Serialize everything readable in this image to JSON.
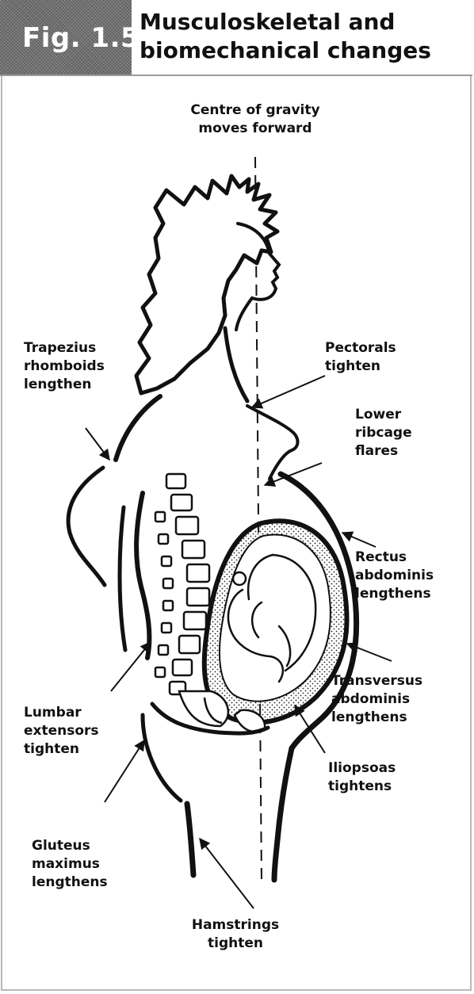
{
  "header": {
    "fig_badge": "Fig. 1.5",
    "title_lines": [
      "Musculoskeletal and",
      "biomechanical changes"
    ]
  },
  "labels": {
    "centre_of_gravity": [
      "Centre of gravity",
      "moves forward"
    ],
    "trapezius": [
      "Trapezius",
      "rhomboids",
      "lengthen"
    ],
    "pectorals": [
      "Pectorals",
      "tighten"
    ],
    "lower_ribcage": [
      "Lower",
      "ribcage",
      "flares"
    ],
    "rectus": [
      "Rectus",
      "abdominis",
      "lengthens"
    ],
    "transversus": [
      "Transversus",
      "abdominis",
      "lengthens"
    ],
    "lumbar": [
      "Lumbar",
      "extensors",
      "tighten"
    ],
    "iliopsoas": [
      "Iliopsoas",
      "tightens"
    ],
    "gluteus": [
      "Gluteus",
      "maximus",
      "lengthens"
    ],
    "hamstrings": [
      "Hamstrings",
      "tighten"
    ]
  },
  "colors": {
    "ink": "#111111",
    "badge_gray": "#6f6f6f",
    "frame_gray": "#b8b8b8"
  }
}
